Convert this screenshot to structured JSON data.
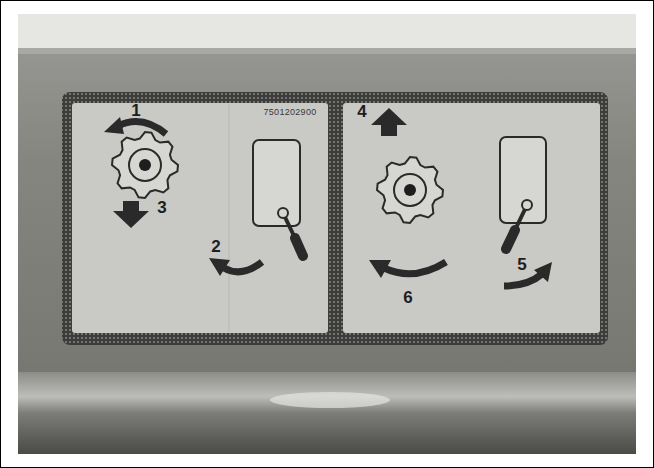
{
  "diagram": {
    "labels": [
      "1",
      "7501202900",
      "4",
      "3",
      "2",
      "5",
      "6"
    ]
  }
}
